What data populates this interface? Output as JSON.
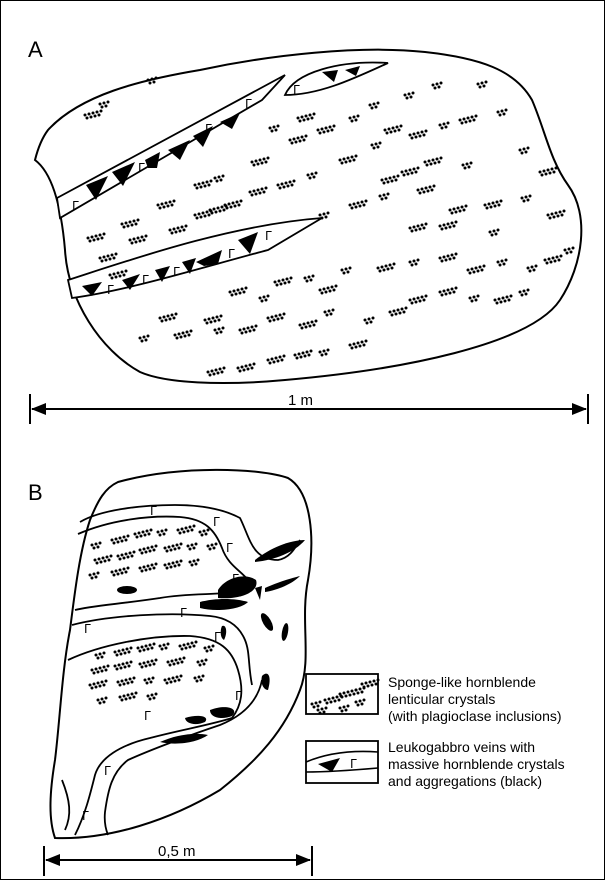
{
  "panel_a": {
    "label": "A",
    "scale_label": "1 m"
  },
  "panel_b": {
    "label": "B",
    "scale_label": "0,5 m"
  },
  "legend": {
    "sponge": [
      "Sponge-like hornblende",
      "lenticular crystals",
      "(with plagioclase inclusions)"
    ],
    "vein": [
      "Leukogabbro veins with",
      "massive hornblende crystals",
      "and aggregations (black)"
    ]
  },
  "vein_symbol": "Γ",
  "colors": {
    "ink": "#000000",
    "paper": "#ffffff"
  }
}
